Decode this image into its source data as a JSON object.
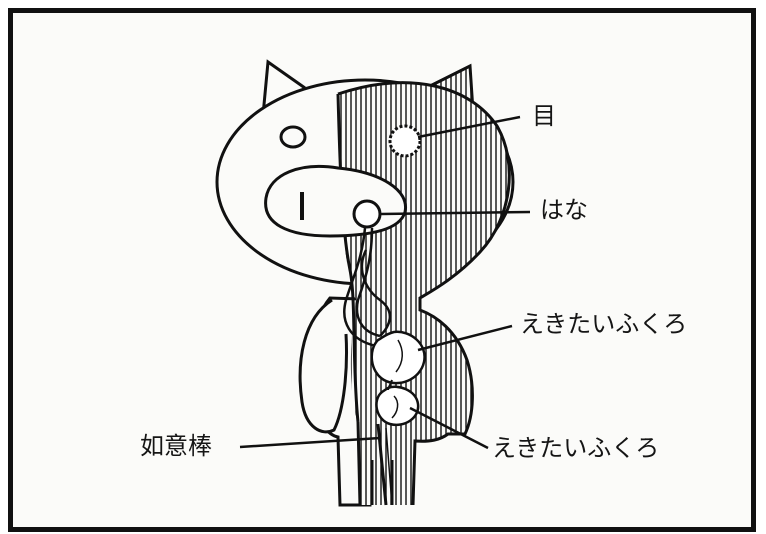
{
  "labels": {
    "eye": "目",
    "nose": "はな",
    "stomach_upper": "えきたいふくろ",
    "stomach_lower": "えきたいふくろ",
    "staff": "如意棒"
  },
  "colors": {
    "ink": "#151515",
    "paper": "#fbfbf9"
  }
}
